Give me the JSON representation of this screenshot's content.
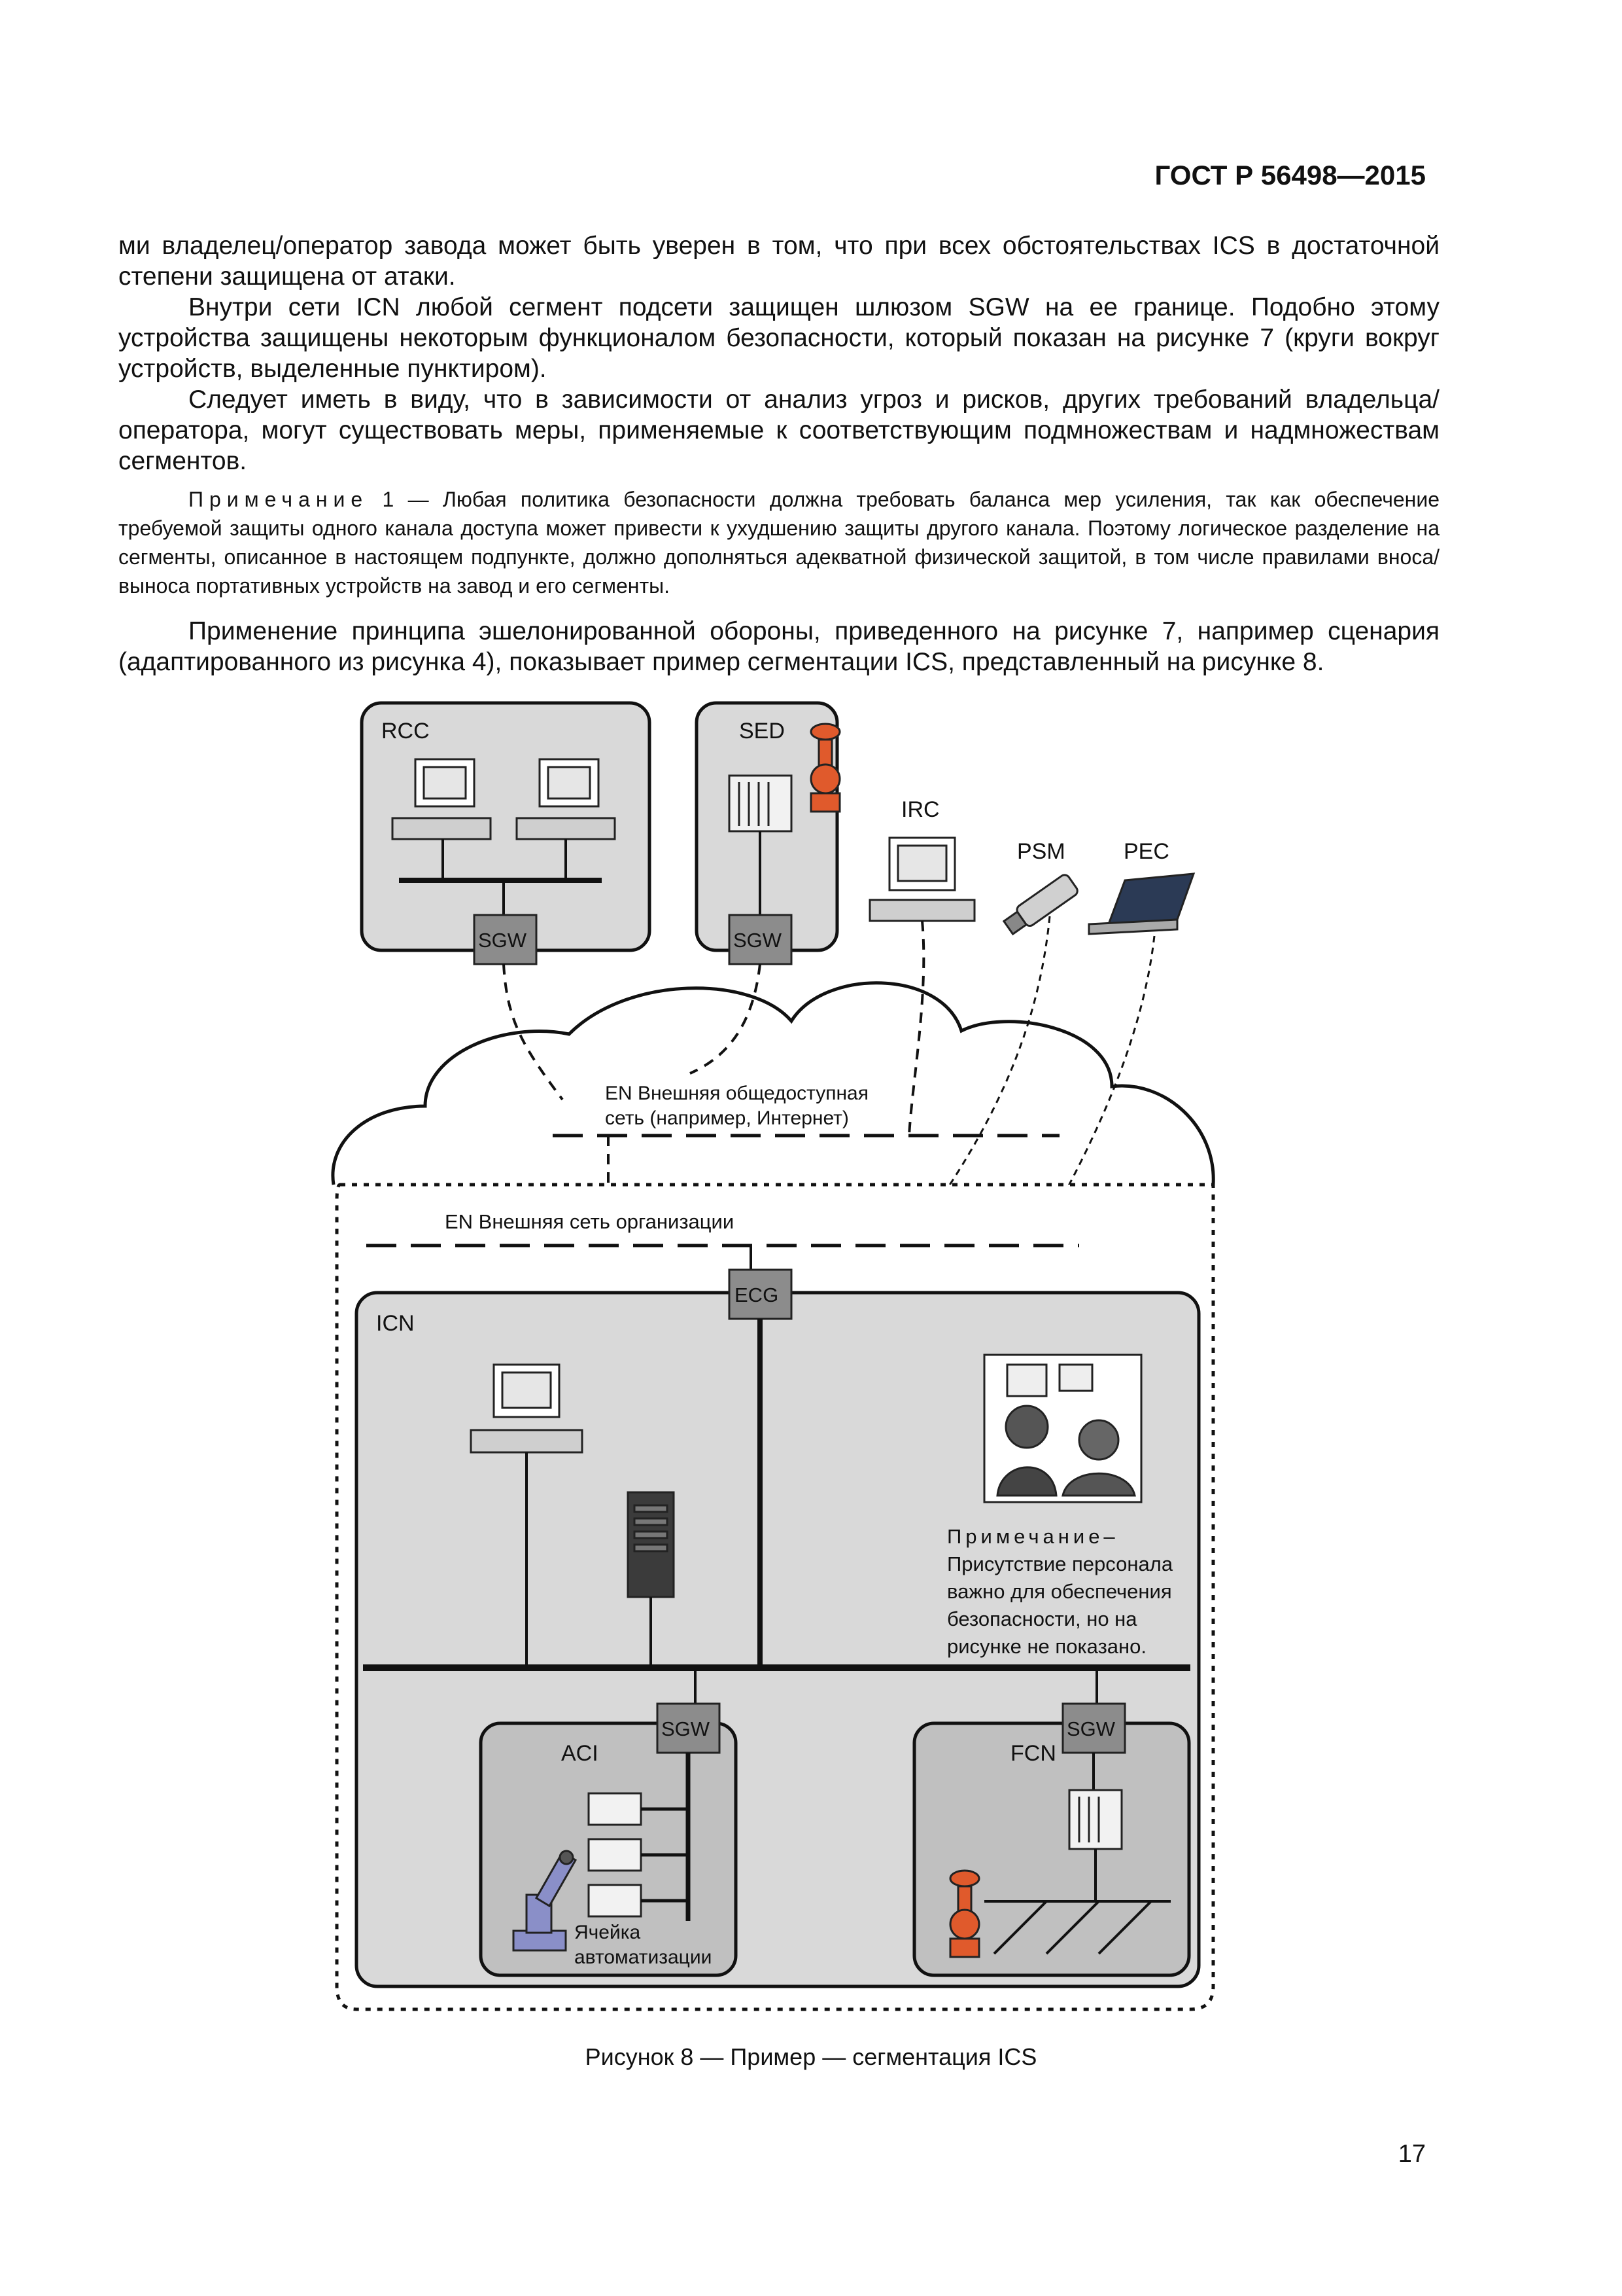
{
  "header": {
    "doc_id": "ГОСТ Р 56498—2015"
  },
  "body": {
    "para1": "ми владелец/оператор завода может быть уверен в том, что при всех обстоятельствах ICS в достаточной степени защищена от атаки.",
    "para2": "Внутри сети ICN любой сегмент подсети защищен шлюзом SGW на ее границе. Подобно этому устройства защищены некоторым функционалом безопасности, который показан на рисунке 7 (круги вокруг устройств, выделенные пунктиром).",
    "para3": "Следует иметь в виду, что в зависимости от анализ угроз и рисков, других требований владельца/оператора, могут существовать меры, применяемые к соответствующим подмножествам и надмножествам сегментов.",
    "note_label": "Примечание",
    "note_text": " 1 — Любая политика безопасности должна требовать баланса мер усиления, так как обеспечение требуемой защиты одного канала доступа может привести к ухудшению защиты другого канала. Поэтому логическое разделение на сегменты, описанное в настоящем подпункте, должно дополняться адекватной физической защитой, в том числе правилами вноса/выноса портативных устройств на завод и его сегменты.",
    "para4": "Применение принципа эшелонированной обороны, приведенного на рисунке 7, например сценария (адаптированного из рисунка 4), показывает пример сегментации ICS, представленный на рисунке 8."
  },
  "figure": {
    "labels": {
      "rcc": "RCC",
      "sed": "SED",
      "irc": "IRC",
      "psm": "PSM",
      "pec": "PEC",
      "sgw": "SGW",
      "en_public_line1": "EN  Внешняя общедоступная",
      "en_public_line2": "сеть (например, Интернет)",
      "en_org": "EN  Внешняя сеть организации",
      "ecg": "ECG",
      "icn": "ICN",
      "aci": "ACI",
      "fcn": "FCN",
      "cell_line1": "Ячейка",
      "cell_line2": "автоматизации",
      "note_line1": "Примечание–",
      "note_line2": "Присутствие персонала",
      "note_line3": "важно для обеспечения",
      "note_line4": "безопасности, но на",
      "note_line5": "рисунке не показано."
    },
    "colors": {
      "zone_fill": "#d9d9d9",
      "gateway_fill": "#8c8c8c",
      "valve": "#e05a2c",
      "robot": "#8a8fc8"
    },
    "caption": "Рисунок 8 — Пример — сегментация ICS"
  },
  "page_number": "17"
}
